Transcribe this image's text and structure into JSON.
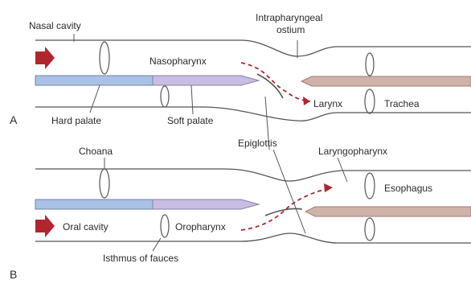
{
  "panel_a": {
    "letter": "A",
    "labels": {
      "nasal_cavity": "Nasal cavity",
      "intrapharyngeal_1": "Intrapharyngeal",
      "intrapharyngeal_2": "ostium",
      "nasopharynx": "Nasopharynx",
      "larynx": "Larynx",
      "trachea": "Trachea",
      "hard_palate": "Hard palate",
      "soft_palate": "Soft palate"
    }
  },
  "panel_b": {
    "letter": "B",
    "labels": {
      "choana": "Choana",
      "epiglottis": "Epiglottis",
      "laryngopharynx": "Laryngopharynx",
      "esophagus": "Esophagus",
      "oral_cavity": "Oral cavity",
      "oropharynx": "Oropharynx",
      "isthmus": "Isthmus of fauces"
    }
  },
  "colors": {
    "hard_palate": "#a9c1e6",
    "soft_palate": "#c9bde3",
    "tract": "#cfb3a9",
    "arrow": "#b0262c",
    "outline": "#555555"
  }
}
